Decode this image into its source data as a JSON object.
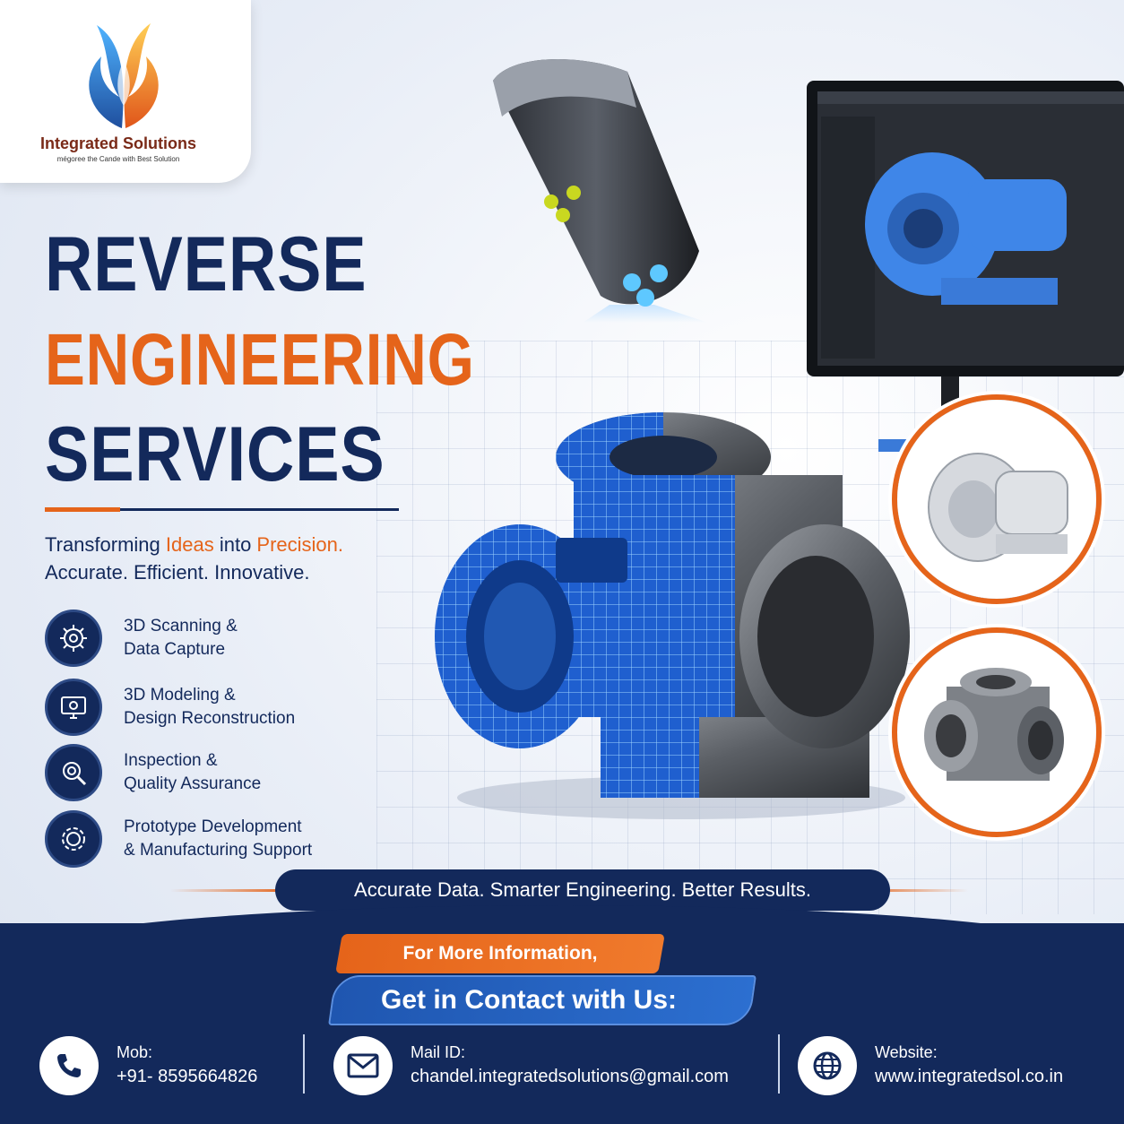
{
  "brand": {
    "name": "Integrated Solutions",
    "tagline": "mégoree the Cande with Best Solution"
  },
  "headline": {
    "line1": "REVERSE",
    "line2": "ENGINEERING",
    "line3": "SERVICES"
  },
  "tagline": {
    "prefix": "Transforming ",
    "word1": "Ideas",
    "middle": " into ",
    "word2": "Precision.",
    "line2": "Accurate. Efficient. Innovative."
  },
  "services": [
    {
      "line1": "3D Scanning &",
      "line2": "Data Capture",
      "icon": "gear-scan-icon"
    },
    {
      "line1": "3D Modeling &",
      "line2": "Design Reconstruction",
      "icon": "monitor-icon"
    },
    {
      "line1": "Inspection &",
      "line2": "Quality Assurance",
      "icon": "magnifier-gear-icon"
    },
    {
      "line1": "Prototype Development",
      "line2": "& Manufacturing Support",
      "icon": "gear-icon"
    }
  ],
  "slogan": "Accurate Data. Smarter Engineering. Better Results.",
  "cta": {
    "info": "For More Information,",
    "contact": "Get in Contact with Us:"
  },
  "contacts": {
    "phone": {
      "label": "Mob:",
      "value": "+91- 8595664826"
    },
    "mail": {
      "label": "Mail ID:",
      "value": "chandel.integratedsolutions@gmail.com"
    },
    "web": {
      "label": "Website:",
      "value": "www.integratedsol.co.in"
    }
  },
  "colors": {
    "navy": "#13295b",
    "orange": "#e5641a",
    "blue": "#2c6fd0"
  }
}
